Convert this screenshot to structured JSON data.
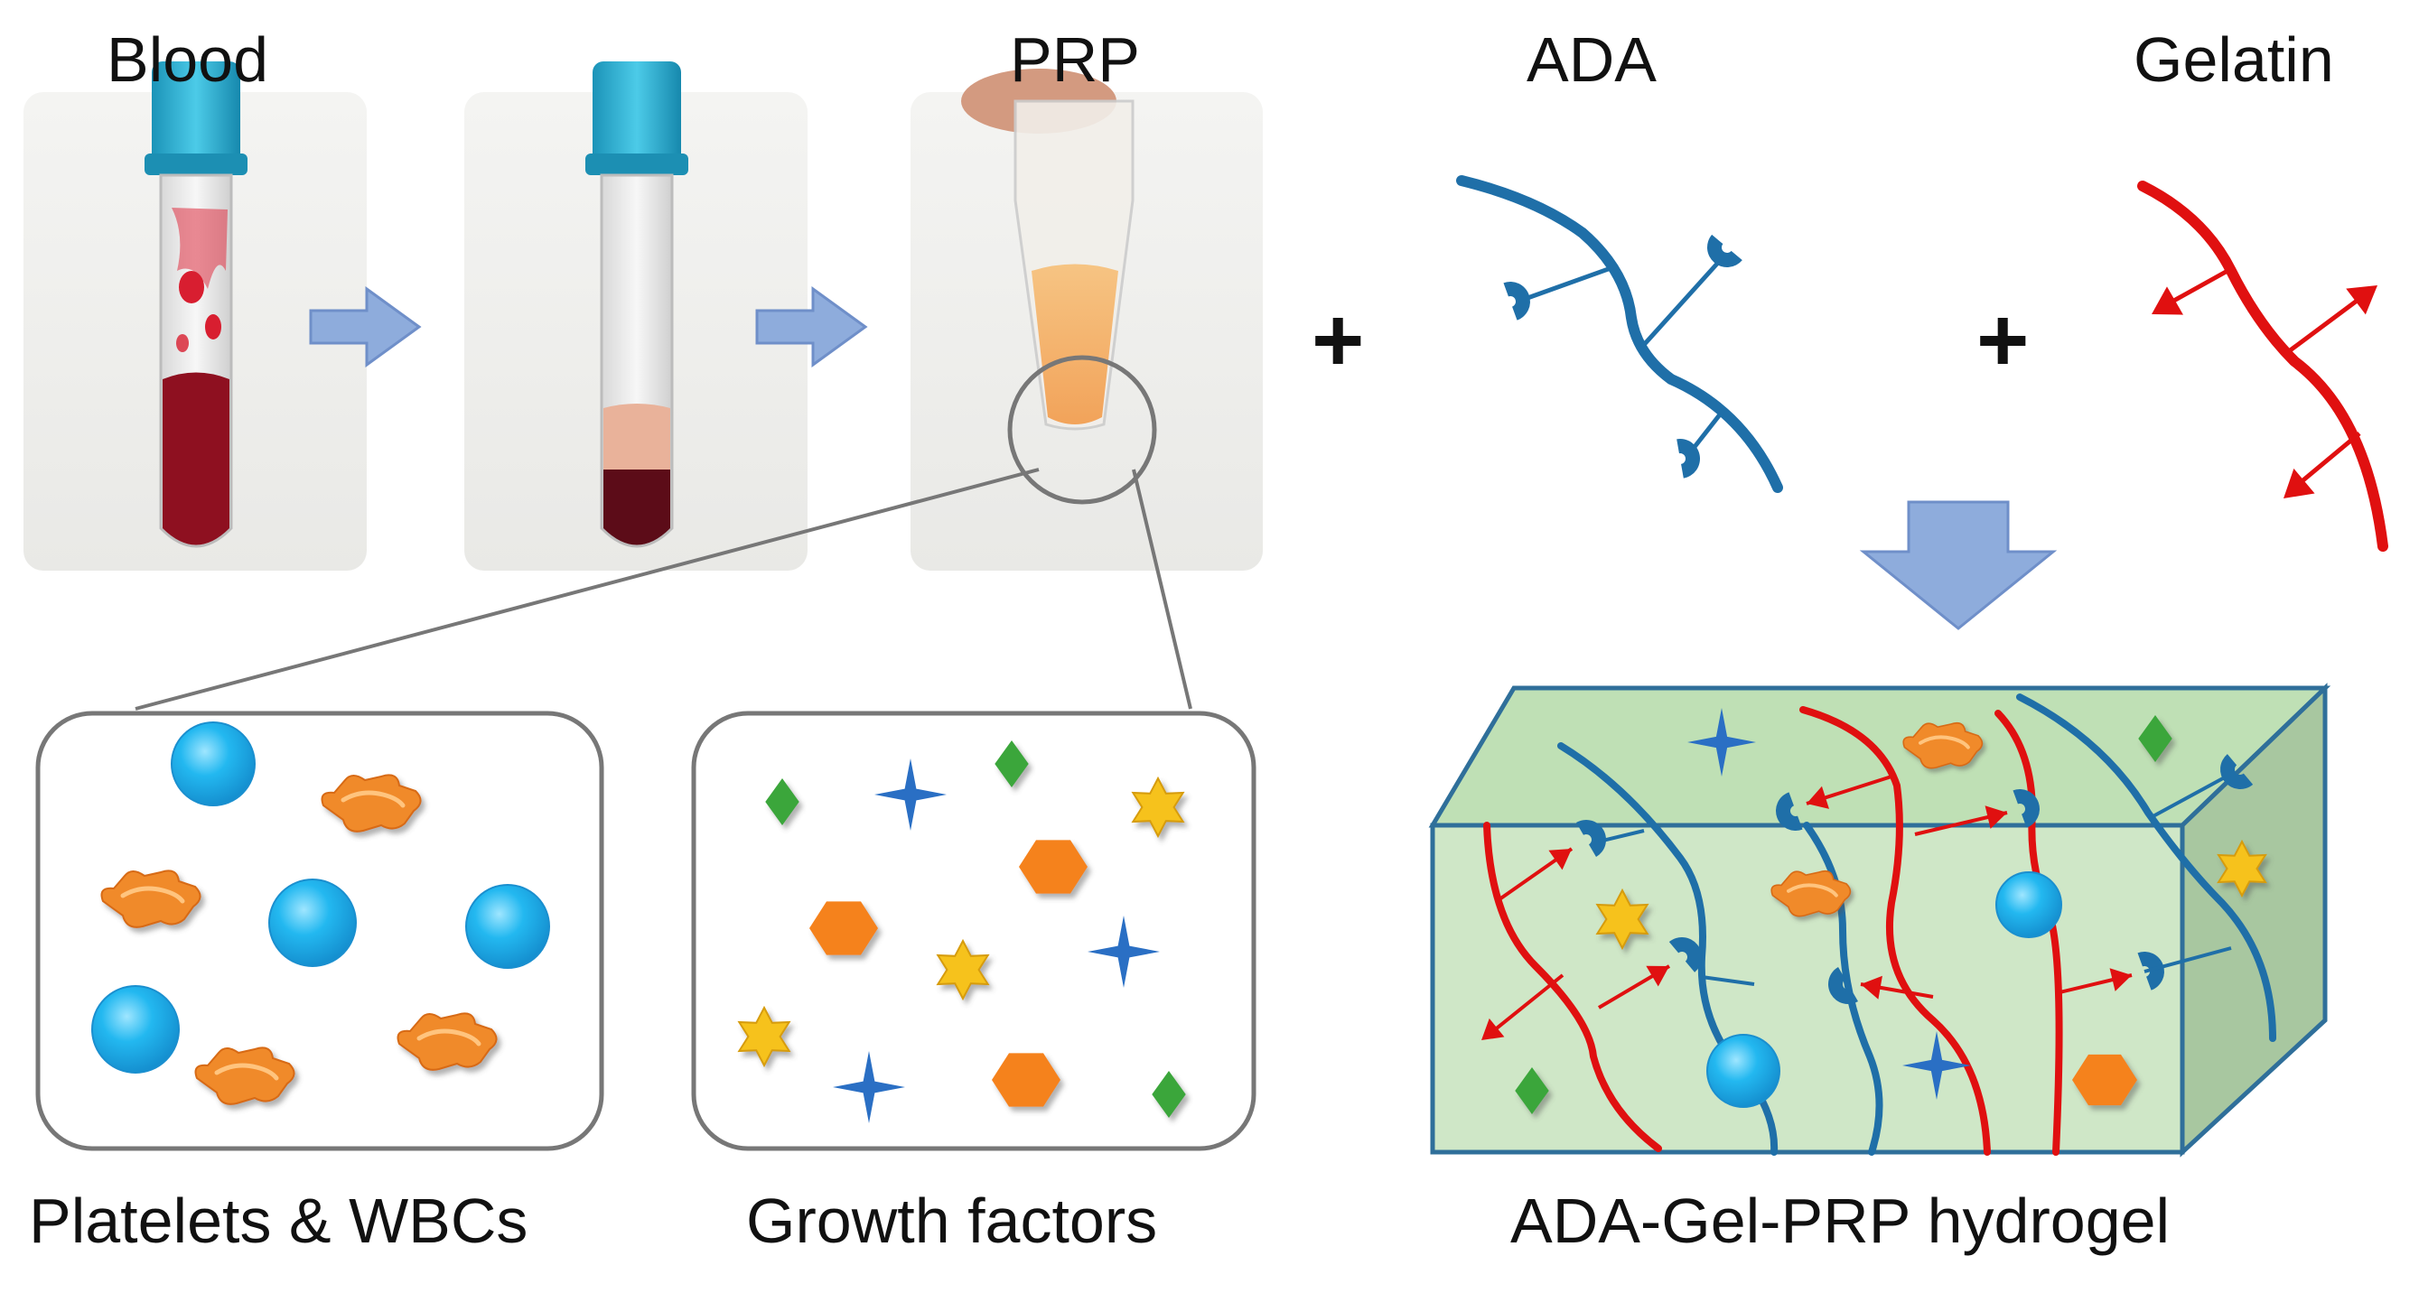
{
  "labels": {
    "blood": "Blood",
    "prp": "PRP",
    "ada": "ADA",
    "gelatin": "Gelatin",
    "platelets": "Platelets & WBCs",
    "growth": "Growth factors",
    "hydrogel": "ADA-Gel-PRP hydrogel",
    "plus": "+"
  },
  "colors": {
    "ada_blue": "#1f6fa8",
    "gelatin_red": "#e01010",
    "arrow_fill": "#8eacdc",
    "arrow_stroke": "#6f8fc9",
    "cell_blue": "#23b8f0",
    "platelet_orange": "#f08a2c",
    "gf_green": "#3aa63a",
    "gf_star_blue": "#2a6fc4",
    "gf_hex_orange": "#f5821f",
    "gf_star_yellow": "#f6c21b",
    "gel_front": "#cfe7c7",
    "gel_top": "#bfe0b5",
    "gel_side": "#a8c7a0",
    "gel_edge": "#2f6f9a"
  }
}
